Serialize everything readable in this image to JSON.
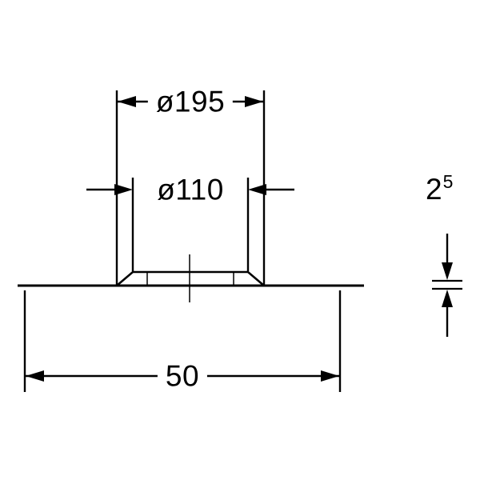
{
  "drawing": {
    "type": "technical-dimension-drawing",
    "part": "flat gasket / sealing collar cross-section",
    "line_color": "#000000",
    "background_color": "#ffffff",
    "dimensions": {
      "outer_diameter": {
        "label": "ø195"
      },
      "inner_diameter": {
        "label": "ø110"
      },
      "thickness": {
        "base": "2",
        "sup": "5"
      },
      "width": {
        "label": "50"
      }
    }
  }
}
